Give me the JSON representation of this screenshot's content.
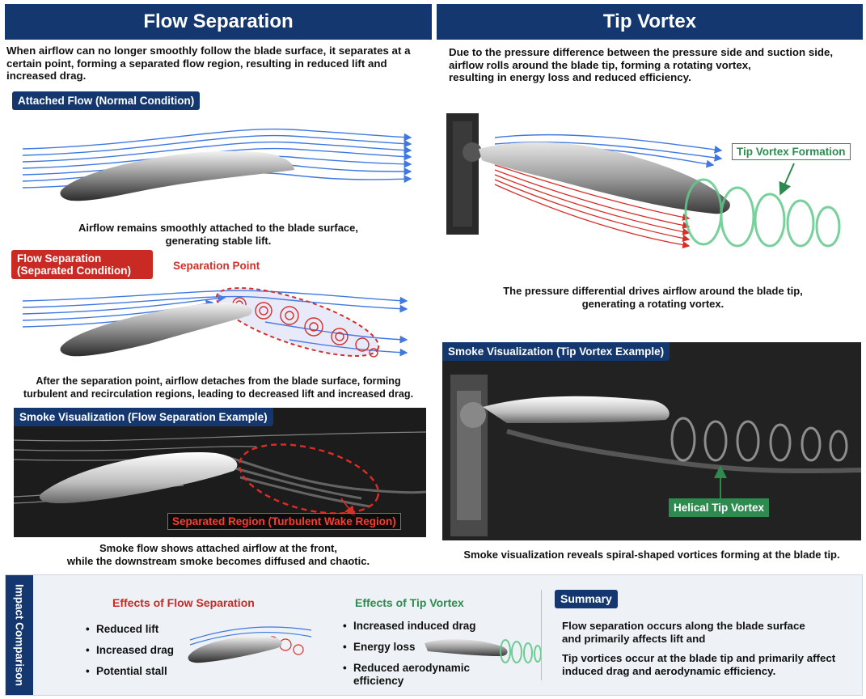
{
  "left": {
    "header": "Flow Separation",
    "description": "When airflow can no longer smoothly follow the blade surface, it separates at a certain point, forming a separated flow region, resulting in reduced lift and increased drag.",
    "attached": {
      "title": "Attached Flow (Normal Condition)",
      "caption_line1": "Airflow remains smoothly attached to the blade surface,",
      "caption_line2": "generating stable lift."
    },
    "separated": {
      "title_line1": "Flow Separation",
      "title_line2": "(Separated Condition)",
      "point_label": "Separation Point",
      "caption_line1": "After the separation point, airflow detaches from the blade surface, forming",
      "caption_line2": "turbulent and recirculation regions, leading to decreased lift and increased drag."
    },
    "smoke": {
      "title": "Smoke Visualization (Flow Separation Example)",
      "region_label": "Separated Region (Turbulent Wake Region)",
      "caption_line1": "Smoke flow shows attached airflow at the front,",
      "caption_line2": "while the downstream smoke becomes diffused and chaotic."
    }
  },
  "right": {
    "header": "Tip Vortex",
    "description_line1": "Due to the pressure difference between the pressure side and suction side,",
    "description_line2": "airflow rolls around the blade tip, forming a rotating vortex,",
    "description_line3": "resulting in energy loss and reduced efficiency.",
    "diagram": {
      "formation_label": "Tip Vortex Formation",
      "caption_line1": "The pressure differential drives airflow around the blade tip,",
      "caption_line2": "generating a rotating vortex."
    },
    "smoke": {
      "title": "Smoke Visualization (Tip Vortex Example)",
      "helical_label": "Helical Tip Vortex",
      "caption": "Smoke visualization reveals spiral-shaped vortices forming at the blade tip."
    }
  },
  "impact": {
    "tab_label": "Impact Comparison",
    "separation_title": "Effects of Flow Separation",
    "separation_items": [
      "Reduced lift",
      "Increased drag",
      "Potential stall"
    ],
    "vortex_title": "Effects of Tip Vortex",
    "vortex_items": [
      "Increased induced drag",
      "Energy loss",
      "Reduced aerodynamic efficiency"
    ],
    "summary_title": "Summary",
    "summary_line1": "Flow separation occurs along the blade surface",
    "summary_line2": "and primarily affects lift and",
    "summary_line3": "Tip vortices occur at the blade tip and primarily affect",
    "summary_line4": "induced drag and aerodynamic efficiency."
  },
  "colors": {
    "navy": "#13376e",
    "red": "#c92a24",
    "green": "#2e8b4f",
    "flow_blue": "#3f78e0"
  },
  "icons": {
    "attached": "airfoil-attached-flow-icon",
    "separated": "airfoil-separated-flow-icon",
    "blade": "propeller-blade-icon"
  }
}
